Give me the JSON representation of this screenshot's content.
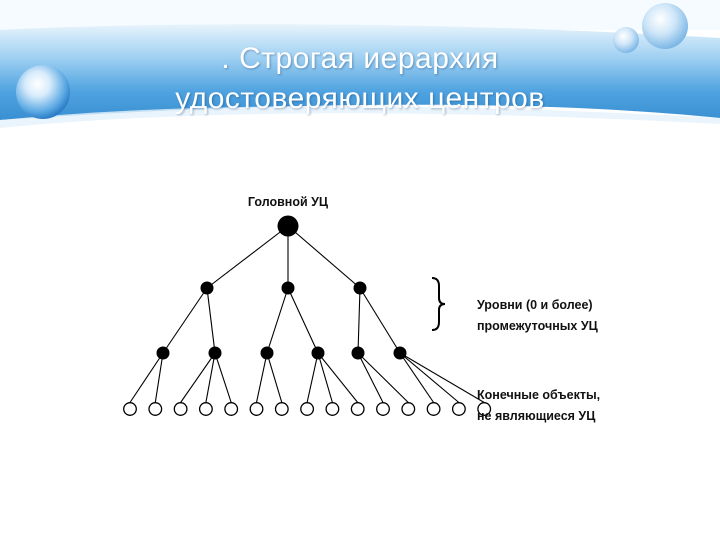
{
  "slide": {
    "title_line1": ". Строгая иерархия",
    "title_line2": "удостоверяющих центров",
    "colors": {
      "band_light": "#bfe0f7",
      "band_mid": "#6fb8ea",
      "band_dark": "#3a93d6",
      "node": "#000000",
      "leaf_fill": "#ffffff"
    }
  },
  "diagram": {
    "root_label": "Головной УЦ",
    "intermediate_label_line1": "Уровни (0 и более)",
    "intermediate_label_line2": "промежуточных УЦ",
    "leaf_label_line1": "Конечные объекты,",
    "leaf_label_line2": "не являющиеся УЦ",
    "structure": {
      "root_children": 3,
      "level2_children": [
        2,
        2,
        2
      ],
      "level3_leaf_children": [
        2,
        3,
        2,
        3,
        2,
        3
      ]
    }
  }
}
